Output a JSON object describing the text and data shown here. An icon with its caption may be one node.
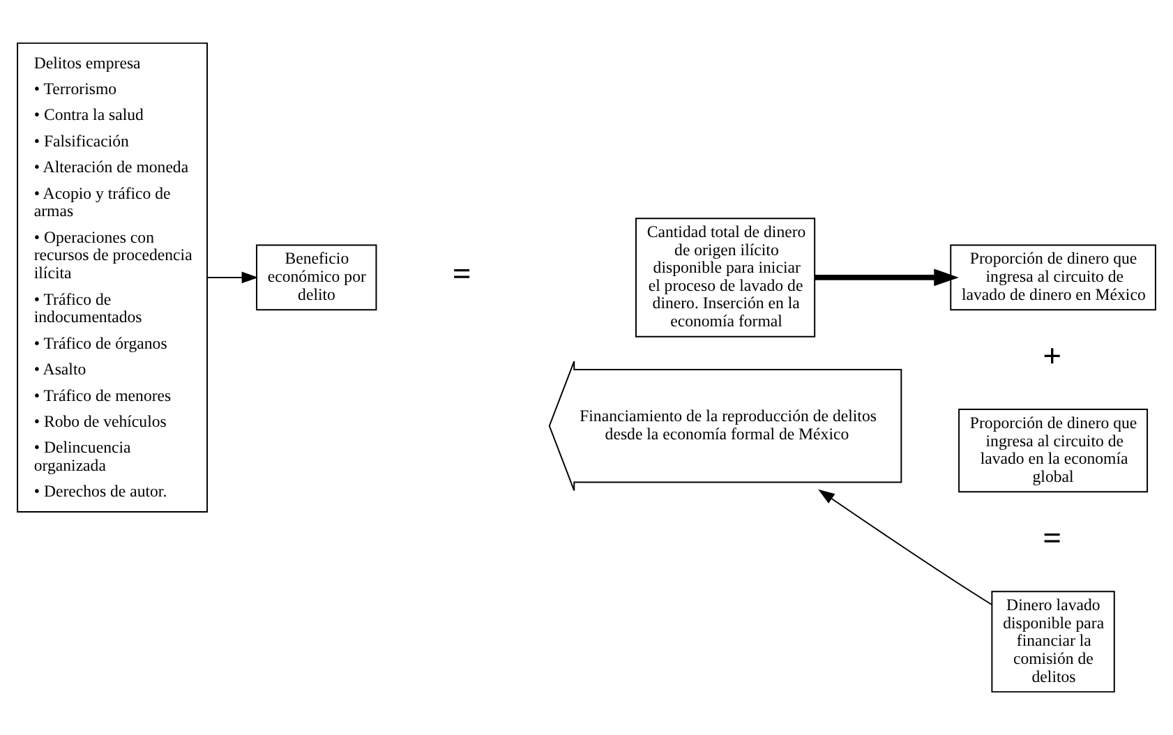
{
  "diagram": {
    "nodes": [
      {
        "text": [
          "Delitos empresa",
          "• Terrorismo",
          "• Contra la salud",
          "• Falsificación",
          "• Alteración de moneda",
          "• Acopio y tráfico de armas",
          "• Operaciones con recursos de procedencia ilícita",
          "• Tráfico de indocumentados",
          "• Tráfico de órganos",
          "• Asalto",
          "• Tráfico de menores",
          "• Robo de vehículos",
          "• Delincuencia organizada",
          "• Derechos de autor."
        ]
      },
      {
        "text": [
          "Beneficio económico por delito"
        ]
      },
      {
        "text": [
          "Cantidad total de dinero de origen ilícito disponible para iniciar el proceso de lavado de dinero. Inserción en la economía formal"
        ]
      },
      {
        "text": [
          "Proporción de dinero que ingresa al circuito de lavado de dinero en México"
        ]
      },
      {
        "text": [
          "Proporción de dinero que ingresa al circuito de lavado en la economía global"
        ]
      },
      {
        "text": [
          "Dinero lavado disponible para financiar la comisión de delitos"
        ]
      },
      {
        "text": [
          "Financiamiento de la reproducción de delitos desde la economía formal de México"
        ]
      }
    ],
    "edges": [
      {
        "from": 0,
        "to": 1,
        "arrow": "to"
      },
      {
        "from": 2,
        "to": 3,
        "arrow": "to",
        "style": "thick"
      },
      {
        "from": 5,
        "to": 6,
        "arrow": "to"
      }
    ],
    "labels": [
      "=",
      "+",
      "="
    ]
  }
}
